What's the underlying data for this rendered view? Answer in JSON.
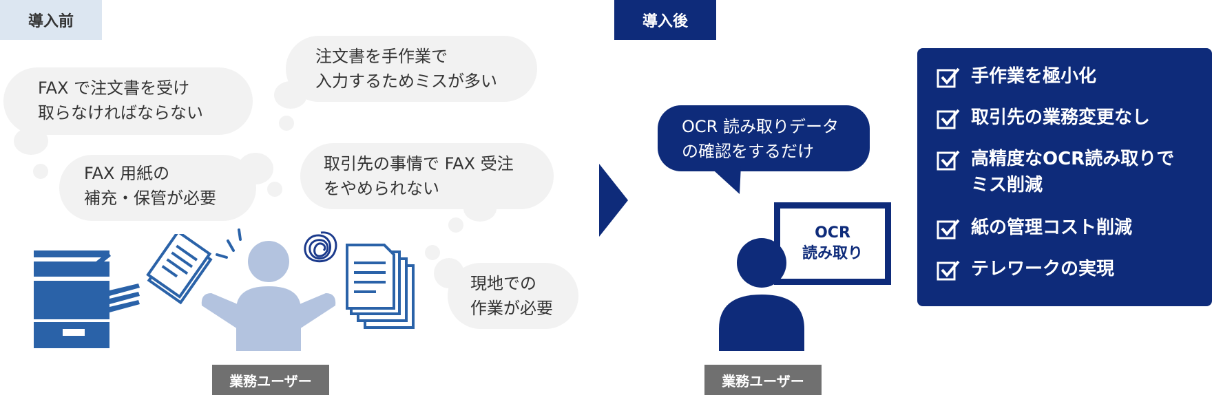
{
  "before": {
    "tag": "導入前",
    "clouds": [
      {
        "line1": "FAX で注文書を受け",
        "line2": "取らなければならない"
      },
      {
        "line1": "注文書を手作業で",
        "line2": "入力するためミスが多い"
      },
      {
        "line1": "FAX 用紙の",
        "line2": "補充・保管が必要"
      },
      {
        "line1": "取引先の事情で FAX 受注",
        "line2": "をやめられない"
      },
      {
        "line1": "現地での",
        "line2": "作業が必要"
      }
    ],
    "user_label": "業務ユーザー"
  },
  "after": {
    "tag": "導入後",
    "bubble": {
      "line1": "OCR 読み取りデータ",
      "line2": "の確認をするだけ"
    },
    "screen": {
      "line1": "OCR",
      "line2": "読み取り"
    },
    "user_label": "業務ユーザー",
    "benefits": [
      {
        "line1": "手作業を極小化",
        "line2": ""
      },
      {
        "line1": "取引先の業務変更なし",
        "line2": ""
      },
      {
        "line1": "高精度なOCR読み取りで",
        "line2": "ミス削減"
      },
      {
        "line1": "紙の管理コスト削減",
        "line2": ""
      },
      {
        "line1": "テレワークの実現",
        "line2": ""
      }
    ]
  },
  "colors": {
    "navy": "#0e2b7a",
    "blue": "#2a62a8",
    "light_blue": "#b3c3df",
    "cloud": "#f2f2f2",
    "label_gray": "#707070",
    "tag_light": "#dce6f1"
  },
  "icons": [
    "fax-machine-icon",
    "document-icon",
    "document-stack-icon",
    "confused-person-icon",
    "scribble-icon",
    "arrow-right-icon",
    "person-icon",
    "monitor-icon",
    "checkbox-icon"
  ]
}
